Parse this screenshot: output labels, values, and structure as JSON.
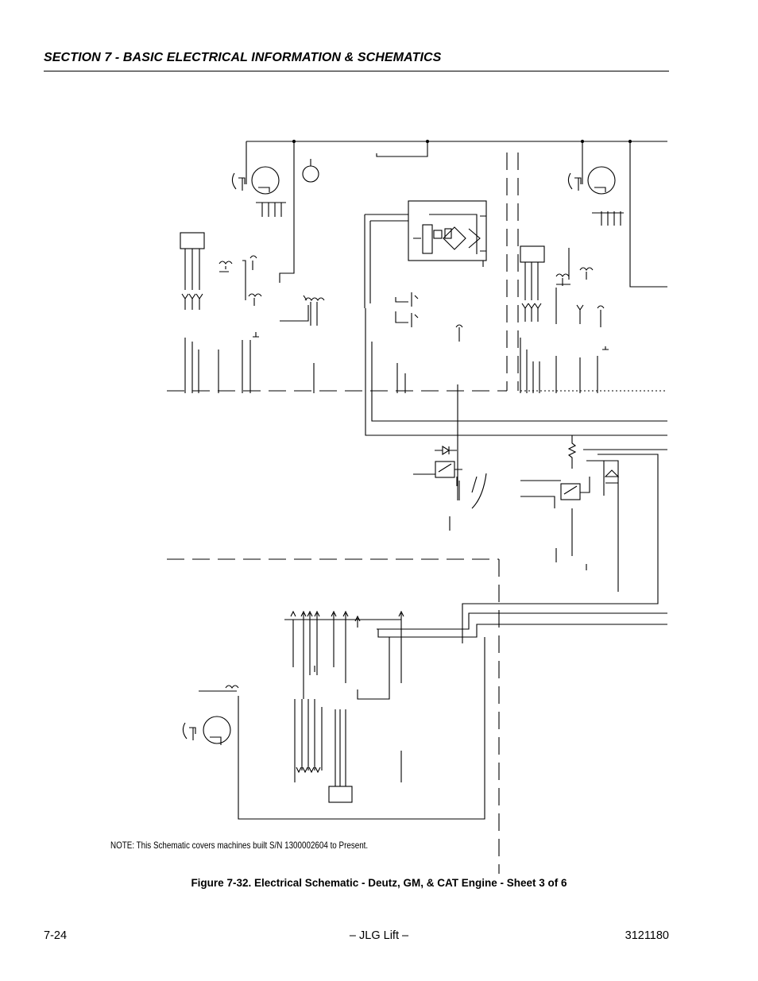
{
  "header": {
    "section_title": "SECTION 7 - BASIC ELECTRICAL INFORMATION & SCHEMATICS"
  },
  "note": "NOTE: This Schematic covers machines built S/N 1300002604 to Present.",
  "figure": {
    "caption": "Figure 7-32.  Electrical Schematic - Deutz, GM, & CAT Engine - Sheet 3 of 6"
  },
  "footer": {
    "page_number": "7-24",
    "center_text": "– JLG Lift –",
    "doc_number": "3121180"
  }
}
